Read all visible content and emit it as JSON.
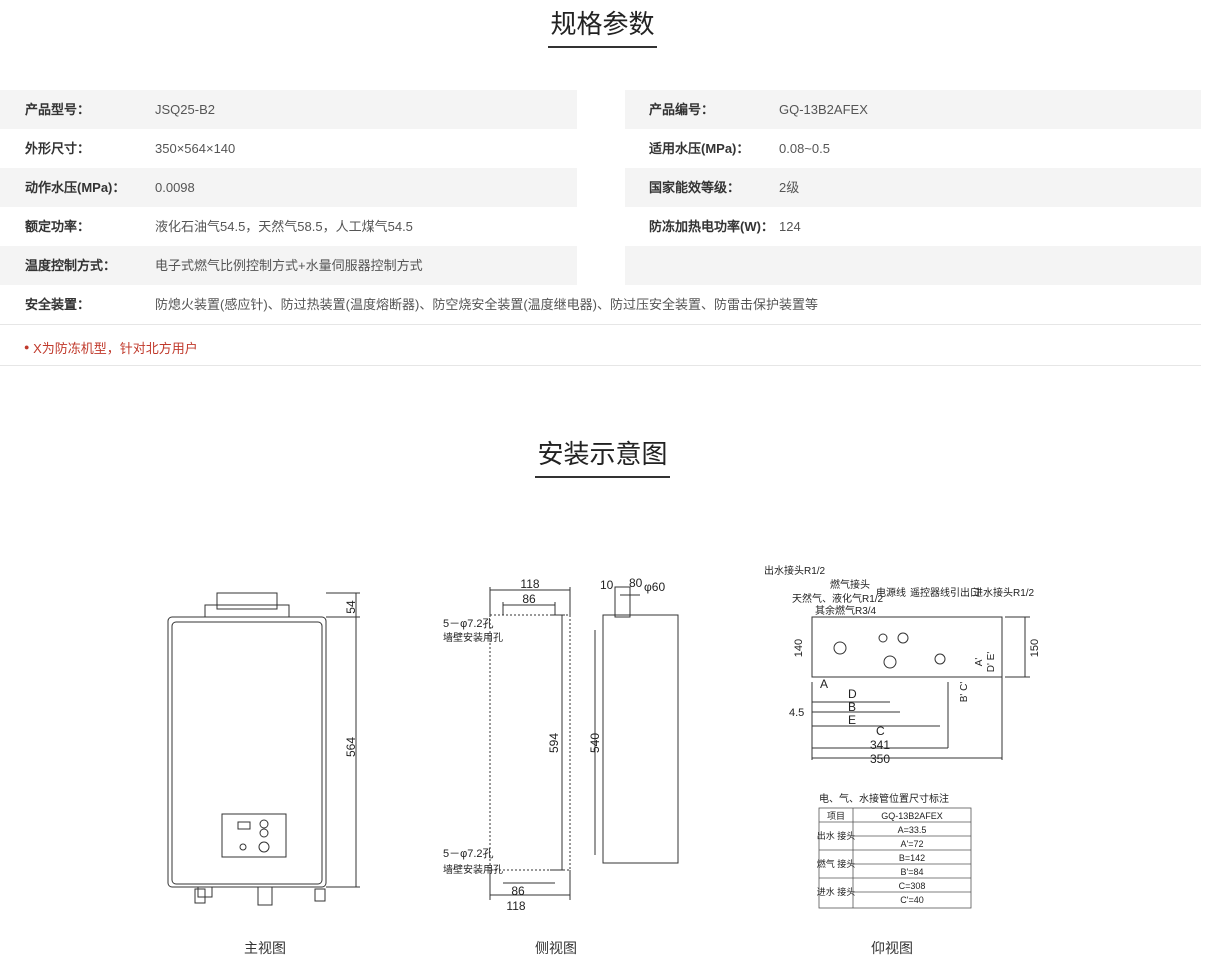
{
  "spec_title": "规格参数",
  "install_title": "安装示意图",
  "specs": {
    "model_label": "产品型号：",
    "model_value": "JSQ25-B2",
    "code_label": "产品编号：",
    "code_value": "GQ-13B2AFEX",
    "size_label": "外形尺寸：",
    "size_value": "350×564×140",
    "pressure_label": "适用水压(MPa)：",
    "pressure_value": "0.08~0.5",
    "action_label": "动作水压(MPa)：",
    "action_value": "0.0098",
    "energy_label": "国家能效等级：",
    "energy_value": "2级",
    "power_label": "额定功率：",
    "power_value": "液化石油气54.5，天然气58.5，人工煤气54.5",
    "antifreeze_label": "防冻加热电功率(W)：",
    "antifreeze_value": "124",
    "temp_label": "温度控制方式：",
    "temp_value": "电子式燃气比例控制方式+水量伺服器控制方式",
    "safety_label": "安全装置：",
    "safety_value": "防熄火装置(感应针)、防过热装置(温度熔断器)、防空烧安全装置(温度继电器)、防过压安全装置、防雷击保护装置等"
  },
  "note": "X为防冻机型，针对北方用户",
  "captions": {
    "front": "主视图",
    "side": "侧视图",
    "bottom": "仰视图"
  },
  "front_dims": {
    "top": "54",
    "height": "564"
  },
  "side_dims": {
    "w_top": "118",
    "w_inner": "86",
    "holes_top": "5－φ7.2孔",
    "wall_top": "墙壁安装用孔",
    "height": "594",
    "holes_bottom": "5－φ7.2孔",
    "wall_bottom": "墙壁安装用孔",
    "w_inner_bottom": "86",
    "w_bottom": "118",
    "d10": "10",
    "d80": "80",
    "d60": "φ60",
    "d540": "540"
  },
  "bottom_dims": {
    "outlet": "出水接头R1/2",
    "gas_joint": "燃气接头",
    "natural": "天然气、液化气R1/2",
    "other_gas": "其余燃气R3/4",
    "power_line": "电源线",
    "remote": "遥控器线引出口",
    "inlet": "进水接头R1/2",
    "d140": "140",
    "d150": "150",
    "A": "A",
    "D": "D",
    "B": "B",
    "E": "E",
    "C": "C",
    "d45": "4.5",
    "d341": "341",
    "d350": "350",
    "Ap": "A'",
    "DEp": "D' E'",
    "BCp": "B' C'"
  },
  "pipe_table": {
    "title": "电、气、水接管位置尺寸标注",
    "head_item": "项目",
    "head_model": "GQ-13B2AFEX",
    "outlet_label": "出水 接头",
    "outlet_a": "A=33.5",
    "outlet_ap": "A'=72",
    "gas_label": "燃气 接头",
    "gas_b": "B=142",
    "gas_bp": "B'=84",
    "inlet_label": "进水 接头",
    "inlet_c": "C=308",
    "inlet_cp": "C'=40"
  }
}
